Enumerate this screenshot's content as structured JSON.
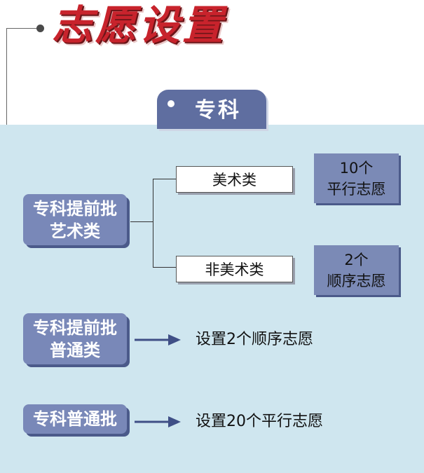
{
  "header": {
    "title": "志愿设置"
  },
  "tab": {
    "label": "专科"
  },
  "categories": [
    {
      "lines": [
        "专科提前批",
        "艺术类"
      ]
    },
    {
      "lines": [
        "专科提前批",
        "普通类"
      ]
    },
    {
      "lines": [
        "专科普通批"
      ]
    }
  ],
  "options": [
    {
      "label": "美术类",
      "count_lines": [
        "10个",
        "平行志愿"
      ]
    },
    {
      "label": "非美术类",
      "count_lines": [
        "2个",
        "顺序志愿"
      ]
    }
  ],
  "notes": [
    {
      "text": "设置2个顺序志愿"
    },
    {
      "text": "设置20个平行志愿"
    }
  ],
  "colors": {
    "title": "#c8232c",
    "panel": "#cfe6ef",
    "tab": "#5f6ea0",
    "category_box": "#7988b8",
    "count_box": "#7b8ab6"
  }
}
